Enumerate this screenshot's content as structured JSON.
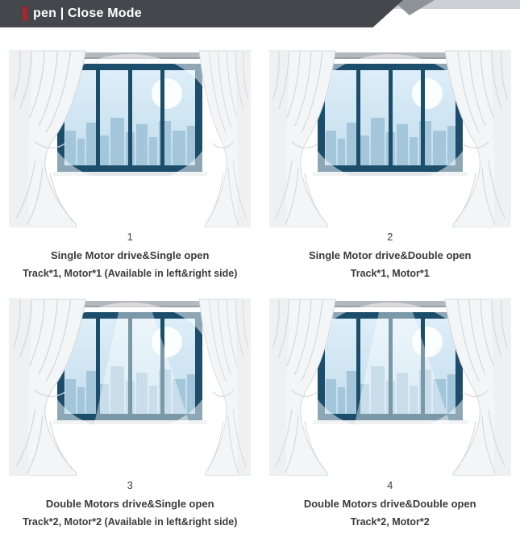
{
  "header": {
    "title": "pen | Close Mode"
  },
  "panels": [
    {
      "number": "1",
      "title": "Single Motor drive&Single open",
      "subtitle": "Track*1, Motor*1 (Available in left&right side)",
      "variant": "single"
    },
    {
      "number": "2",
      "title": "Single Motor drive&Double open",
      "subtitle": "Track*1, Motor*1",
      "variant": "double"
    },
    {
      "number": "3",
      "title": "Double Motors drive&Single open",
      "subtitle": "Track*2, Motor*2 (Available in left&right side)",
      "variant": "single-beam"
    },
    {
      "number": "4",
      "title": "Double Motors drive&Double open",
      "subtitle": "Track*2, Motor*2",
      "variant": "double-beam"
    }
  ],
  "colors": {
    "banner": "#44474c",
    "banner_chevron_light": "#ccd0d4",
    "banner_chevron_mid": "#8e939a",
    "accent_red": "#a8262c",
    "window_frame": "#1c4e6c",
    "glass_top": "#ddeef8",
    "glass_bottom": "#c3ddec",
    "skyline": "#a3c6db",
    "moon": "#fcfeff",
    "rod": "#b4b9be",
    "rod_shadow": "#9ba0a6",
    "sill": "#e2e6e9",
    "curtain": "#f3f5f6",
    "curtain_edge": "#eef0f2",
    "curtain_line": "#d6dade",
    "text": "#3b3b3b"
  }
}
